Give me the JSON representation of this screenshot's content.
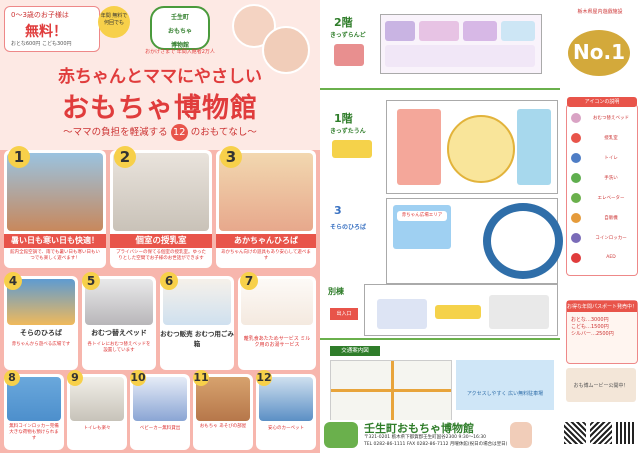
{
  "header": {
    "free_pre": "0〜3歳のお子様は",
    "free_main": "無料！",
    "free_prices": "おとな600円 こども300円",
    "badge_text": "年間 無料で 何回でも",
    "logo_line1": "壬生町",
    "logo_line2": "おもちゃ",
    "logo_line3": "博物館",
    "logo_sub": "おかげさまで 年間入館者2万人",
    "title_small": "赤ちゃんとママにやさしい",
    "title_large": "おもちゃ博物館",
    "subtitle_pre": "〜ママの負担を軽減する",
    "subtitle_num": "12",
    "subtitle_post": "のおもてなし〜"
  },
  "features": [
    {
      "num": "1",
      "caption": "暑い日も寒い日も快適！",
      "desc": "館内全館空調で、雨でも暑い日も寒い日もいつでも楽しく遊べます！"
    },
    {
      "num": "2",
      "caption": "個室の授乳室",
      "desc": "プライバシーの保てる個室の授乳室。ゆったりとした空間でお子様のお世話ができます"
    },
    {
      "num": "3",
      "caption": "あかちゃんひろば",
      "desc": "あかちゃん向けの遊具もあり安心して遊べます"
    },
    {
      "num": "4",
      "caption": "そらのひろば",
      "desc": "赤ちゃんから遊べる広場です"
    },
    {
      "num": "5",
      "caption": "おむつ替えベッド",
      "desc": "各トイレにおむつ替えベッドを設置しています"
    },
    {
      "num": "6",
      "caption": "おむつ販売 おむつ用ごみ箱",
      "desc": ""
    },
    {
      "num": "7",
      "caption": "",
      "desc": "離乳食あたためサービス ミルク用のお湯サービス"
    },
    {
      "num": "8",
      "caption": "",
      "desc": "無料コインロッカー完備 大きな荷物も預けられます"
    },
    {
      "num": "9",
      "caption": "",
      "desc": "トイレも楽々"
    },
    {
      "num": "10",
      "caption": "",
      "desc": "ベビーカー無料貸出"
    },
    {
      "num": "11",
      "caption": "",
      "desc": "おもちゃ あそびの部屋"
    },
    {
      "num": "12",
      "caption": "",
      "desc": "安心のカーペット"
    }
  ],
  "map": {
    "floor2_num": "2階",
    "floor2_name": "きっずらんど",
    "floor1_num": "1階",
    "floor1_name": "きっずたうん",
    "floor3_name": "そらのひろば",
    "annex_name": "別棟",
    "entrance": "出入口",
    "area_label": "赤ちゃん広場エリア"
  },
  "legend": {
    "title": "アイコンの説明",
    "items": [
      "おむつ替えベッド",
      "授乳室",
      "トイレ",
      "手洗い",
      "エレベーター",
      "自販機",
      "コインロッカー",
      "AED"
    ]
  },
  "ranking": {
    "top": "栃木県屋内遊戯施設",
    "rank": "No.1"
  },
  "passport": {
    "title": "お得な年間パスポート発売中！",
    "adult": "おとな…3000円",
    "child": "こども…1500円",
    "senior": "シルバー…2500円"
  },
  "movie": "おも博ムービー公開中！",
  "access": {
    "title": "交通案内図",
    "note": "アクセスしやすく 広い無料駐車場",
    "museum_name": "壬生町おもちゃ博物館",
    "address": "〒321-0201 栃木県下都賀郡壬生町国谷2300 9:30〜16:30",
    "tel": "TEL 0282-86-1111 FAX 0282-86-7112 月曜休館(祝日の場合は翌日)"
  }
}
